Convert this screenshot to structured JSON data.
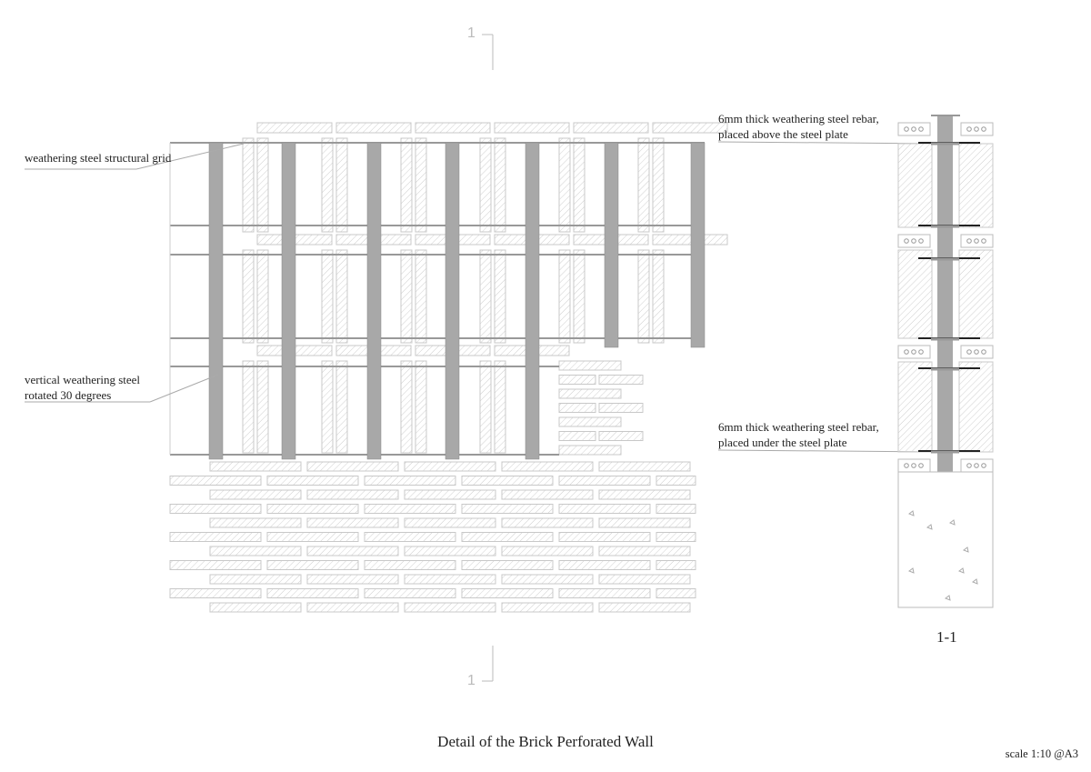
{
  "labels": {
    "grid": "weathering steel structural grid",
    "vertical_1": "vertical weathering steel",
    "vertical_2": "rotated 30 degrees",
    "rebar_above_1": "6mm thick weathering steel rebar,",
    "rebar_above_2": "placed above the steel plate",
    "rebar_under_1": "6mm thick weathering steel rebar,",
    "rebar_under_2": "placed under the steel plate"
  },
  "section_marker_top": "1",
  "section_marker_bottom": "1",
  "section_label": "1-1",
  "title": "Detail of the Brick Perforated Wall",
  "scale": "scale 1:10 @A3",
  "colors": {
    "steel": "#a8a8a8",
    "brick_hatch": "#c8c8c8",
    "line": "#999999",
    "rebar": "#222222"
  }
}
